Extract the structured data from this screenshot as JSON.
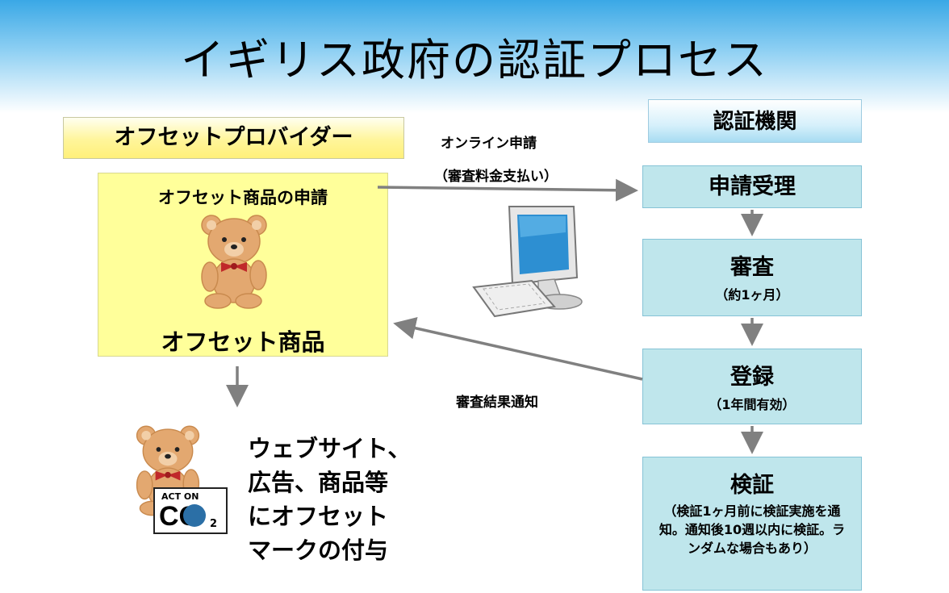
{
  "title": "イギリス政府の認証プロセス",
  "provider": {
    "header": "オフセットプロバイダー",
    "application": "オフセット商品の申請",
    "product": "オフセット商品"
  },
  "labels": {
    "online_application": "オンライン申請",
    "fee_payment": "（審査料金支払い）",
    "result_notice": "審査結果通知"
  },
  "certifier": {
    "header": "認証機関",
    "steps": [
      {
        "title": "申請受理",
        "note": ""
      },
      {
        "title": "審査",
        "note": "（約1ヶ月）"
      },
      {
        "title": "登録",
        "note": "（1年間有効）"
      },
      {
        "title": "検証",
        "note": "（検証1ヶ月前に検証実施を通知。通知後10週以内に検証。ランダムな場合もあり）"
      }
    ]
  },
  "web_mark": {
    "lines": [
      "ウェブサイト、",
      "広告、商品等",
      "にオフセット",
      "マークの付与"
    ]
  },
  "badge": {
    "top": "ACT ON",
    "main": "CO",
    "sub": "2"
  },
  "colors": {
    "provider_fill": "#ffff9a",
    "step_fill": "#bfe6ec",
    "arrow": "#808080"
  }
}
